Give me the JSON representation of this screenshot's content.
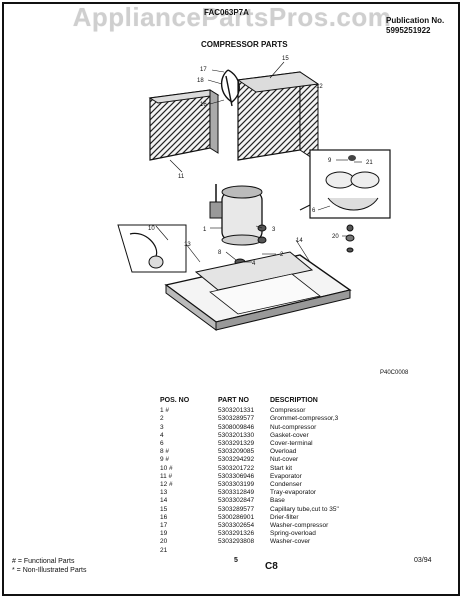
{
  "header": {
    "watermark": "AppliancePartsPros.com",
    "model": "FAC063P7A",
    "section_title": "COMPRESSOR PARTS",
    "publication_label": "Publication No.",
    "publication_number": "5995251922"
  },
  "diagram": {
    "figure_code": "P40C0008",
    "callouts": [
      "17",
      "18",
      "16",
      "15",
      "11",
      "9",
      "21",
      "6",
      "10",
      "13",
      "1",
      "3",
      "20",
      "14",
      "2",
      "8",
      "4",
      "12"
    ]
  },
  "parts_table": {
    "headers": {
      "pos_no": "POS. NO",
      "part_no": "PART NO",
      "description": "DESCRIPTION"
    },
    "rows": [
      {
        "pos": "1 #",
        "part": "5303201331",
        "desc": "Compressor"
      },
      {
        "pos": "2",
        "part": "5303289577",
        "desc": "Grommet-compressor,3"
      },
      {
        "pos": "3",
        "part": "5308009846",
        "desc": "Nut-compressor"
      },
      {
        "pos": "4",
        "part": "5303201330",
        "desc": "Gasket-cover"
      },
      {
        "pos": "6",
        "part": "5303291329",
        "desc": "Cover-terminal"
      },
      {
        "pos": "8 #",
        "part": "5303209085",
        "desc": "Overload"
      },
      {
        "pos": "9 #",
        "part": "5303294292",
        "desc": "Nut-cover"
      },
      {
        "pos": "10 #",
        "part": "5303201722",
        "desc": "Start kit"
      },
      {
        "pos": "11 #",
        "part": "5303306946",
        "desc": "Evaporator"
      },
      {
        "pos": "12 #",
        "part": "5303303199",
        "desc": "Condenser"
      },
      {
        "pos": "13",
        "part": "5303312849",
        "desc": "Tray-evaporator"
      },
      {
        "pos": "14",
        "part": "5303302847",
        "desc": "Base"
      },
      {
        "pos": "15",
        "part": "5303289577",
        "desc": "Capillary tube,cut to 35\""
      },
      {
        "pos": "16",
        "part": "5300286901",
        "desc": "Drier-filter"
      },
      {
        "pos": "17",
        "part": "5303302654",
        "desc": "Washer-compressor"
      },
      {
        "pos": "19",
        "part": "5303291326",
        "desc": "Spring-overload"
      },
      {
        "pos": "20",
        "part": "5303293808",
        "desc": "Washer-cover"
      },
      {
        "pos": "21",
        "part": "",
        "desc": ""
      }
    ]
  },
  "footer": {
    "legend_functional": "# = Functional Parts",
    "legend_non_illustrated": "* = Non-Illustrated Parts",
    "page_number": "5",
    "code": "C8",
    "date": "03/94"
  }
}
